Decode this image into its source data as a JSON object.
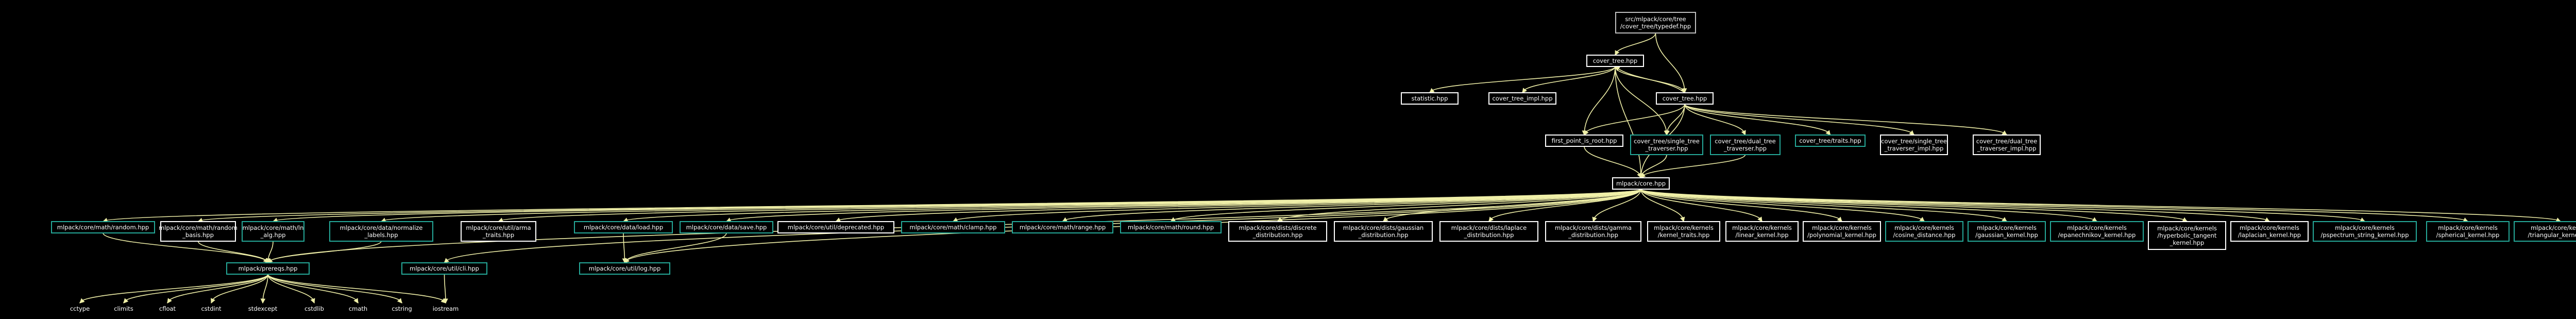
{
  "colors": {
    "background": "#000000",
    "edge": "#f0f0a8",
    "text": "#ffffff",
    "border_root": "#bfbfbf",
    "root_fill": "#5c5c5c",
    "border_white": "#ffffff",
    "border_teal": "#25a898"
  },
  "nodes": [
    {
      "id": "root",
      "lines": [
        "src/mlpack/core/tree",
        "/cover_tree/typedef.hpp"
      ],
      "style": "root"
    },
    {
      "id": "ct",
      "lines": [
        "cover_tree.hpp"
      ],
      "style": "white"
    },
    {
      "id": "stat",
      "lines": [
        "statistic.hpp"
      ],
      "style": "white"
    },
    {
      "id": "ctimpl",
      "lines": [
        "cover_tree_impl.hpp"
      ],
      "style": "white"
    },
    {
      "id": "ct2",
      "lines": [
        "cover_tree.hpp"
      ],
      "style": "white"
    },
    {
      "id": "fp",
      "lines": [
        "first_point_is_root.hpp"
      ],
      "style": "white"
    },
    {
      "id": "stt",
      "lines": [
        "cover_tree/single_tree",
        "_traverser.hpp"
      ],
      "style": "teal"
    },
    {
      "id": "dtt",
      "lines": [
        "cover_tree/dual_tree",
        "_traverser.hpp"
      ],
      "style": "teal"
    },
    {
      "id": "traits",
      "lines": [
        "cover_tree/traits.hpp"
      ],
      "style": "teal"
    },
    {
      "id": "sttimpl",
      "lines": [
        "cover_tree/single_tree",
        "_traverser_impl.hpp"
      ],
      "style": "white"
    },
    {
      "id": "dttimpl",
      "lines": [
        "cover_tree/dual_tree",
        "_traverser_impl.hpp"
      ],
      "style": "white"
    },
    {
      "id": "core",
      "lines": [
        "mlpack/core.hpp"
      ],
      "style": "white"
    },
    {
      "id": "rnd",
      "lines": [
        "mlpack/core/math/random.hpp"
      ],
      "style": "teal"
    },
    {
      "id": "rbasis",
      "lines": [
        "mlpack/core/math/random",
        "_basis.hpp"
      ],
      "style": "white"
    },
    {
      "id": "lmlog",
      "lines": [
        "mlpack/core/math/ln",
        "_alg.hpp"
      ],
      "style": "teal"
    },
    {
      "id": "normlbl",
      "lines": [
        "mlpack/core/data/normalize",
        "_labels.hpp"
      ],
      "style": "teal"
    },
    {
      "id": "arma",
      "lines": [
        "mlpack/core/util/arma",
        "_traits.hpp"
      ],
      "style": "white"
    },
    {
      "id": "load",
      "lines": [
        "mlpack/core/data/load.hpp"
      ],
      "style": "teal"
    },
    {
      "id": "save",
      "lines": [
        "mlpack/core/data/save.hpp"
      ],
      "style": "teal"
    },
    {
      "id": "depr",
      "lines": [
        "mlpack/core/util/deprecated.hpp"
      ],
      "style": "white"
    },
    {
      "id": "clamp",
      "lines": [
        "mlpack/core/math/clamp.hpp"
      ],
      "style": "teal"
    },
    {
      "id": "range",
      "lines": [
        "mlpack/core/math/range.hpp"
      ],
      "style": "teal"
    },
    {
      "id": "round",
      "lines": [
        "mlpack/core/math/round.hpp"
      ],
      "style": "teal"
    },
    {
      "id": "disc",
      "lines": [
        "mlpack/core/dists/discrete",
        "_distribution.hpp"
      ],
      "style": "white"
    },
    {
      "id": "gauss",
      "lines": [
        "mlpack/core/dists/gaussian",
        "_distribution.hpp"
      ],
      "style": "white"
    },
    {
      "id": "lapl",
      "lines": [
        "mlpack/core/dists/laplace",
        "_distribution.hpp"
      ],
      "style": "white"
    },
    {
      "id": "gamma",
      "lines": [
        "mlpack/core/dists/gamma",
        "_distribution.hpp"
      ],
      "style": "white"
    },
    {
      "id": "ktraits",
      "lines": [
        "mlpack/core/kernels",
        "/kernel_traits.hpp"
      ],
      "style": "white"
    },
    {
      "id": "klin",
      "lines": [
        "mlpack/core/kernels",
        "/linear_kernel.hpp"
      ],
      "style": "white"
    },
    {
      "id": "kpoly",
      "lines": [
        "mlpack/core/kernels",
        "/polynomial_kernel.hpp"
      ],
      "style": "white"
    },
    {
      "id": "kcos",
      "lines": [
        "mlpack/core/kernels",
        "/cosine_distance.hpp"
      ],
      "style": "teal"
    },
    {
      "id": "kgauss",
      "lines": [
        "mlpack/core/kernels",
        "/gaussian_kernel.hpp"
      ],
      "style": "teal"
    },
    {
      "id": "kepan",
      "lines": [
        "mlpack/core/kernels",
        "/epanechnikov_kernel.hpp"
      ],
      "style": "teal"
    },
    {
      "id": "khyp",
      "lines": [
        "mlpack/core/kernels",
        "/hyperbolic_tangent",
        "_kernel.hpp"
      ],
      "style": "white"
    },
    {
      "id": "klap",
      "lines": [
        "mlpack/core/kernels",
        "/laplacian_kernel.hpp"
      ],
      "style": "white"
    },
    {
      "id": "kpspec",
      "lines": [
        "mlpack/core/kernels",
        "/pspectrum_string_kernel.hpp"
      ],
      "style": "teal"
    },
    {
      "id": "ksph",
      "lines": [
        "mlpack/core/kernels",
        "/spherical_kernel.hpp"
      ],
      "style": "teal"
    },
    {
      "id": "ktri",
      "lines": [
        "mlpack/core/kernels",
        "/triangular_kernel.hpp"
      ],
      "style": "teal"
    },
    {
      "id": "prereq",
      "lines": [
        "mlpack/prereqs.hpp"
      ],
      "style": "teal"
    },
    {
      "id": "cli",
      "lines": [
        "mlpack/core/util/cli.hpp"
      ],
      "style": "teal"
    },
    {
      "id": "log",
      "lines": [
        "mlpack/core/util/log.hpp"
      ],
      "style": "teal"
    },
    {
      "id": "cctype",
      "lines": [
        "cctype"
      ],
      "style": "none"
    },
    {
      "id": "climits",
      "lines": [
        "climits"
      ],
      "style": "none"
    },
    {
      "id": "cfloat",
      "lines": [
        "cfloat"
      ],
      "style": "none"
    },
    {
      "id": "cstdint",
      "lines": [
        "cstdint"
      ],
      "style": "none"
    },
    {
      "id": "stdexcept",
      "lines": [
        "stdexcept"
      ],
      "style": "none"
    },
    {
      "id": "cstdlib",
      "lines": [
        "cstdlib"
      ],
      "style": "none"
    },
    {
      "id": "cmath",
      "lines": [
        "cmath"
      ],
      "style": "none"
    },
    {
      "id": "cstring",
      "lines": [
        "cstring"
      ],
      "style": "none"
    },
    {
      "id": "iostream",
      "lines": [
        "iostream"
      ],
      "style": "none"
    }
  ],
  "edges": [
    [
      "root",
      "ct"
    ],
    [
      "root",
      "ct2"
    ],
    [
      "ct",
      "stat"
    ],
    [
      "ct",
      "ctimpl"
    ],
    [
      "ct",
      "ct2"
    ],
    [
      "ct",
      "fp"
    ],
    [
      "ct",
      "stt"
    ],
    [
      "ct",
      "core"
    ],
    [
      "ct2",
      "ct"
    ],
    [
      "ct2",
      "fp"
    ],
    [
      "ct2",
      "stt"
    ],
    [
      "ct2",
      "dtt"
    ],
    [
      "ct2",
      "traits"
    ],
    [
      "ct2",
      "sttimpl"
    ],
    [
      "ct2",
      "dttimpl"
    ],
    [
      "ct2",
      "core"
    ],
    [
      "fp",
      "core"
    ],
    [
      "stt",
      "core"
    ],
    [
      "dtt",
      "core"
    ],
    [
      "core",
      "rnd"
    ],
    [
      "core",
      "rbasis"
    ],
    [
      "core",
      "lmlog"
    ],
    [
      "core",
      "normlbl"
    ],
    [
      "core",
      "arma"
    ],
    [
      "core",
      "load"
    ],
    [
      "core",
      "save"
    ],
    [
      "core",
      "depr"
    ],
    [
      "core",
      "clamp"
    ],
    [
      "core",
      "range"
    ],
    [
      "core",
      "round"
    ],
    [
      "core",
      "disc"
    ],
    [
      "core",
      "gauss"
    ],
    [
      "core",
      "lapl"
    ],
    [
      "core",
      "gamma"
    ],
    [
      "core",
      "ktraits"
    ],
    [
      "core",
      "klin"
    ],
    [
      "core",
      "kpoly"
    ],
    [
      "core",
      "kcos"
    ],
    [
      "core",
      "kgauss"
    ],
    [
      "core",
      "kepan"
    ],
    [
      "core",
      "khyp"
    ],
    [
      "core",
      "klap"
    ],
    [
      "core",
      "kpspec"
    ],
    [
      "core",
      "ksph"
    ],
    [
      "core",
      "ktri"
    ],
    [
      "core",
      "prereq"
    ],
    [
      "core",
      "cli"
    ],
    [
      "core",
      "log"
    ],
    [
      "rnd",
      "prereq"
    ],
    [
      "rbasis",
      "prereq"
    ],
    [
      "lmlog",
      "prereq"
    ],
    [
      "normlbl",
      "prereq"
    ],
    [
      "load",
      "log"
    ],
    [
      "save",
      "log"
    ],
    [
      "prereq",
      "cctype"
    ],
    [
      "prereq",
      "climits"
    ],
    [
      "prereq",
      "cfloat"
    ],
    [
      "prereq",
      "cstdint"
    ],
    [
      "prereq",
      "stdexcept"
    ],
    [
      "prereq",
      "cstdlib"
    ],
    [
      "prereq",
      "cmath"
    ],
    [
      "prereq",
      "cstring"
    ],
    [
      "prereq",
      "iostream"
    ],
    [
      "cli",
      "iostream"
    ]
  ]
}
